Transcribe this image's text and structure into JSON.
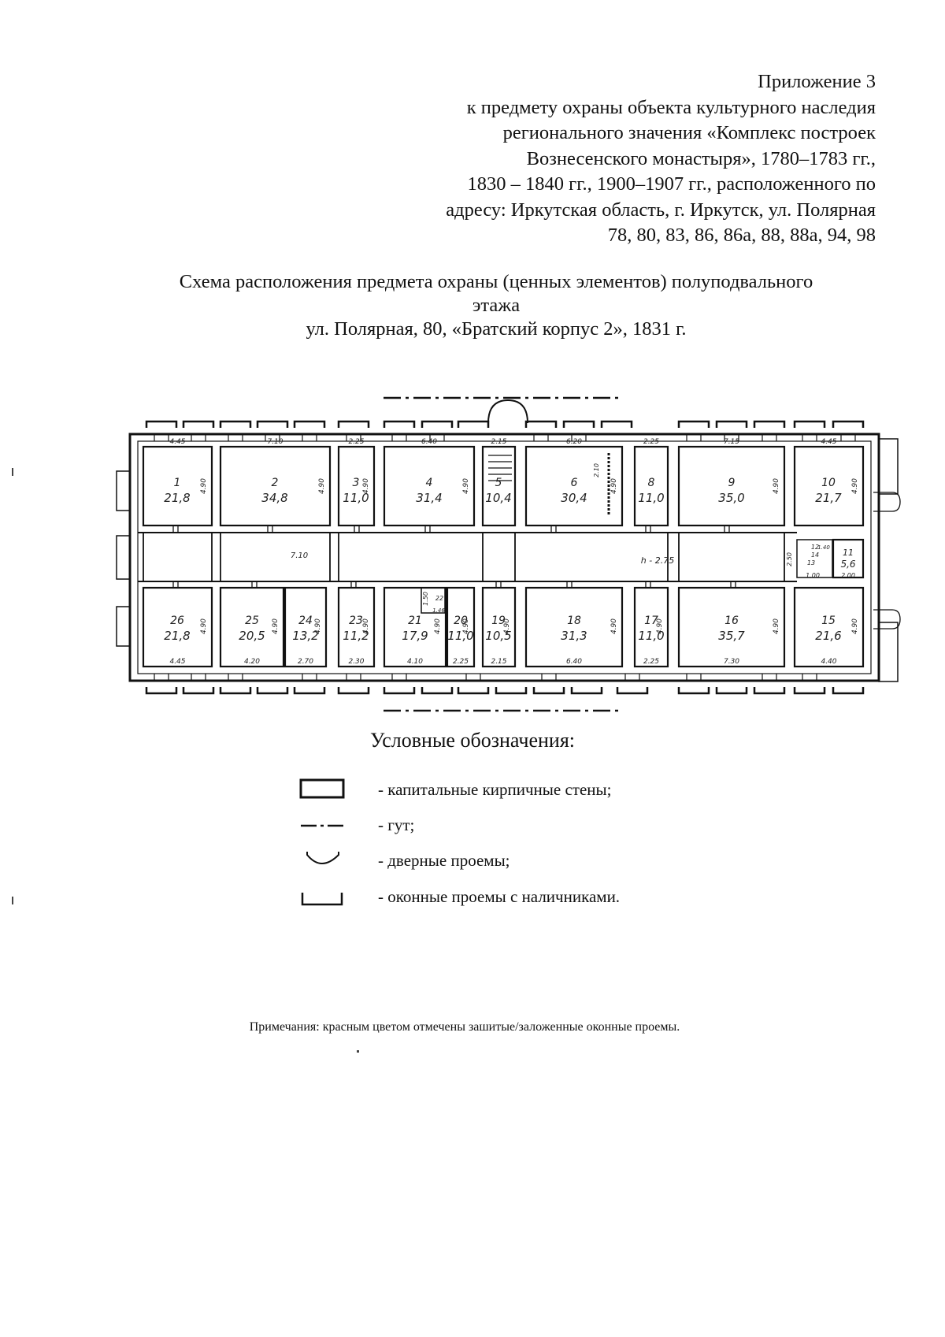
{
  "header": {
    "lines": [
      "Приложение 3",
      "к предмету охраны объекта культурного наследия",
      "регионального значения «Комплекс построек",
      "Вознесенского монастыря», 1780–1783 гг.,",
      "1830 – 1840 гг., 1900–1907 гг., расположенного по",
      "адресу: Иркутская область, г. Иркутск, ул. Полярная",
      "78, 80, 83, 86, 86а, 88, 88а, 94, 98"
    ]
  },
  "title": {
    "line1": "Схема расположения предмета охраны (ценных элементов) полуподвального",
    "line2": "этажа",
    "line3": "ул. Полярная, 80, «Братский корпус 2», 1831 г."
  },
  "plan": {
    "rooms_top": [
      {
        "num": "1",
        "area": "21,8",
        "width": "4.45",
        "height": "4.90"
      },
      {
        "num": "2",
        "area": "34,8",
        "width": "7.10",
        "height": "4.90"
      },
      {
        "num": "3",
        "area": "11,0",
        "width": "2.25",
        "height": "4.90"
      },
      {
        "num": "4",
        "area": "31,4",
        "width": "6.40",
        "height": "4.90"
      },
      {
        "num": "5",
        "area": "10,4",
        "width": "2.15",
        "height": ""
      },
      {
        "num": "6",
        "area": "30,4",
        "width": "6.20",
        "height": "4.90"
      },
      {
        "num": "8",
        "area": "11,0",
        "width": "2.25",
        "height": ""
      },
      {
        "num": "9",
        "area": "35,0",
        "width": "7.15",
        "height": "4.90"
      },
      {
        "num": "10",
        "area": "21,7",
        "width": "4.45",
        "height": "4.90"
      }
    ],
    "rooms_bottom": [
      {
        "num": "26",
        "area": "21,8",
        "width": "4.45",
        "height": "4.90"
      },
      {
        "num": "25",
        "area": "20,5",
        "width": "4.20",
        "height": "4.90"
      },
      {
        "num": "24",
        "area": "13,2",
        "width": "2.70",
        "height": "4.90"
      },
      {
        "num": "23",
        "area": "11,2",
        "width": "2.30",
        "height": "4.90"
      },
      {
        "num": "21",
        "area": "17,9",
        "width": "4.10",
        "height": "4.90"
      },
      {
        "num": "20",
        "area": "11,0",
        "width": "2.25",
        "height": "4.90"
      },
      {
        "num": "19",
        "area": "10,5",
        "width": "2.15",
        "height": "4.90"
      },
      {
        "num": "18",
        "area": "31,3",
        "width": "6.40",
        "height": "4.90"
      },
      {
        "num": "17",
        "area": "11,0",
        "width": "2.25",
        "height": "4.90"
      },
      {
        "num": "16",
        "area": "35,7",
        "width": "7.30",
        "height": "4.90"
      },
      {
        "num": "15",
        "area": "21,6",
        "width": "4.40",
        "height": "4.90"
      }
    ],
    "small_rooms": [
      {
        "num": "11",
        "area": "5,6",
        "width": "2.00"
      },
      {
        "num": "12",
        "area": "",
        "width": ""
      },
      {
        "num": "13",
        "area": "",
        "width": "1.00"
      },
      {
        "num": "14",
        "area": "",
        "width": "1.40"
      },
      {
        "num": "22",
        "area": "",
        "width": "1.46"
      }
    ],
    "corridor_labels": [
      "7.10",
      "h - 2.75",
      "2.50",
      "1.50",
      "2.10"
    ]
  },
  "legend": {
    "title": "Условные обозначения:",
    "items": [
      {
        "icon": "capital-wall-rect-icon",
        "text": "- капитальные кирпичные стены;"
      },
      {
        "icon": "dash-dot-line-icon",
        "text": "- гут;"
      },
      {
        "icon": "door-arc-icon",
        "text": "- дверные проемы;"
      },
      {
        "icon": "window-bracket-icon",
        "text": "- оконные проемы с наличниками."
      }
    ]
  },
  "note": "Примечания: красным цветом отмечены зашитые/заложенные оконные проемы."
}
